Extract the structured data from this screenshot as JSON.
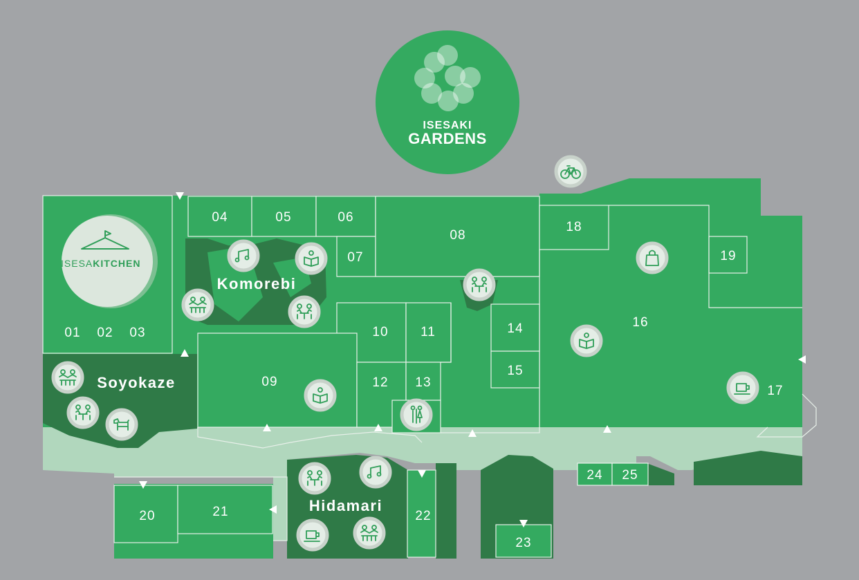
{
  "logo": {
    "line1": "ISESAKI",
    "line2": "GARDENS"
  },
  "kitchen": {
    "brand_left": "ISESA",
    "brand_right": "KITCHEN"
  },
  "zones": {
    "komorebi": "Komorebi",
    "soyokaze": "Soyokaze",
    "hidamari": "Hidamari"
  },
  "units": {
    "u01": "01",
    "u02": "02",
    "u03": "03",
    "u04": "04",
    "u05": "05",
    "u06": "06",
    "u07": "07",
    "u08": "08",
    "u09": "09",
    "u10": "10",
    "u11": "11",
    "u12": "12",
    "u13": "13",
    "u14": "14",
    "u15": "15",
    "u16": "16",
    "u17": "17",
    "u18": "18",
    "u19": "19",
    "u20": "20",
    "u21": "21",
    "u22": "22",
    "u23": "23",
    "u24": "24",
    "u25": "25"
  },
  "colors": {
    "background": "#a2a4a7",
    "green": "#34aa60",
    "dark_green": "#2f7a47",
    "walkway": "#b1d7bd",
    "icon_bg": "#e4ede6"
  },
  "icons": [
    "music-icon",
    "reading-icon",
    "family-icon",
    "dining-icon",
    "shopping-bag-icon",
    "coffee-icon",
    "restroom-icon",
    "dog-icon",
    "bicycle-icon"
  ]
}
